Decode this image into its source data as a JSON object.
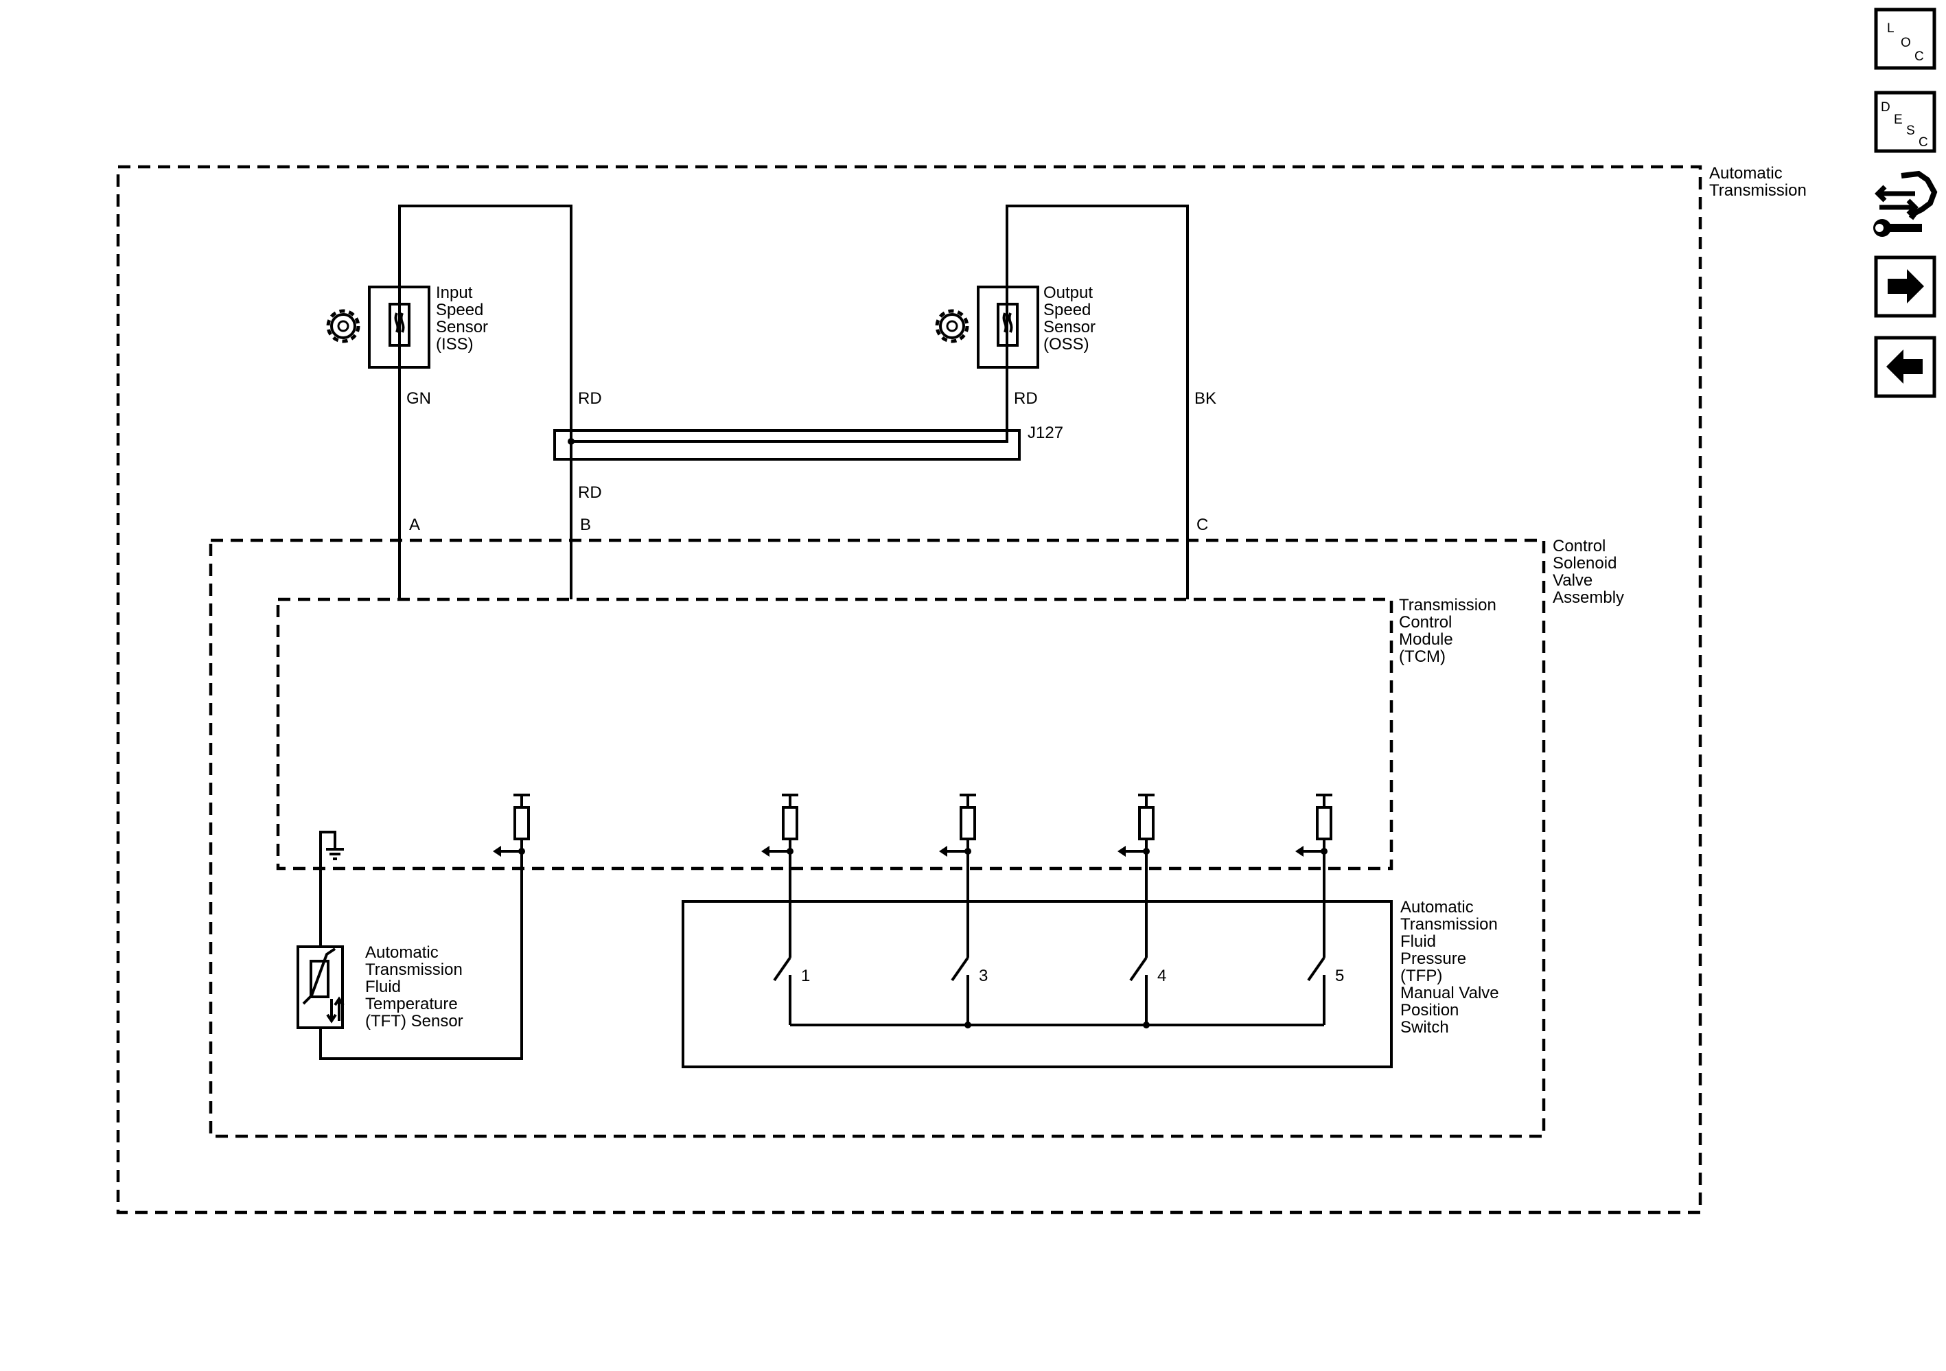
{
  "containers": {
    "automatic_transmission": [
      "Automatic",
      "Transmission"
    ],
    "control_solenoid": [
      "Control",
      "Solenoid",
      "Valve",
      "Assembly"
    ],
    "tcm": [
      "Transmission",
      "Control",
      "Module",
      "(TCM)"
    ]
  },
  "components": {
    "iss": [
      "Input",
      "Speed",
      "Sensor",
      "(ISS)"
    ],
    "oss": [
      "Output",
      "Speed",
      "Sensor",
      "(OSS)"
    ],
    "tft": [
      "Automatic",
      "Transmission",
      "Fluid",
      "Temperature",
      "(TFT) Sensor"
    ],
    "tfp": [
      "Automatic",
      "Transmission",
      "Fluid",
      "Pressure",
      "(TFP)",
      "Manual Valve",
      "Position",
      "Switch"
    ]
  },
  "wires": {
    "gn": "GN",
    "rd_iss": "RD",
    "rd_oss": "RD",
    "bk": "BK",
    "rd_lower": "RD"
  },
  "splice": "J127",
  "pins": {
    "a": "A",
    "b": "B",
    "c": "C"
  },
  "switches": [
    "1",
    "3",
    "4",
    "5"
  ],
  "nav": {
    "loc": [
      "L",
      "O",
      "C"
    ],
    "desc": [
      "D",
      "E",
      "S",
      "C"
    ]
  }
}
